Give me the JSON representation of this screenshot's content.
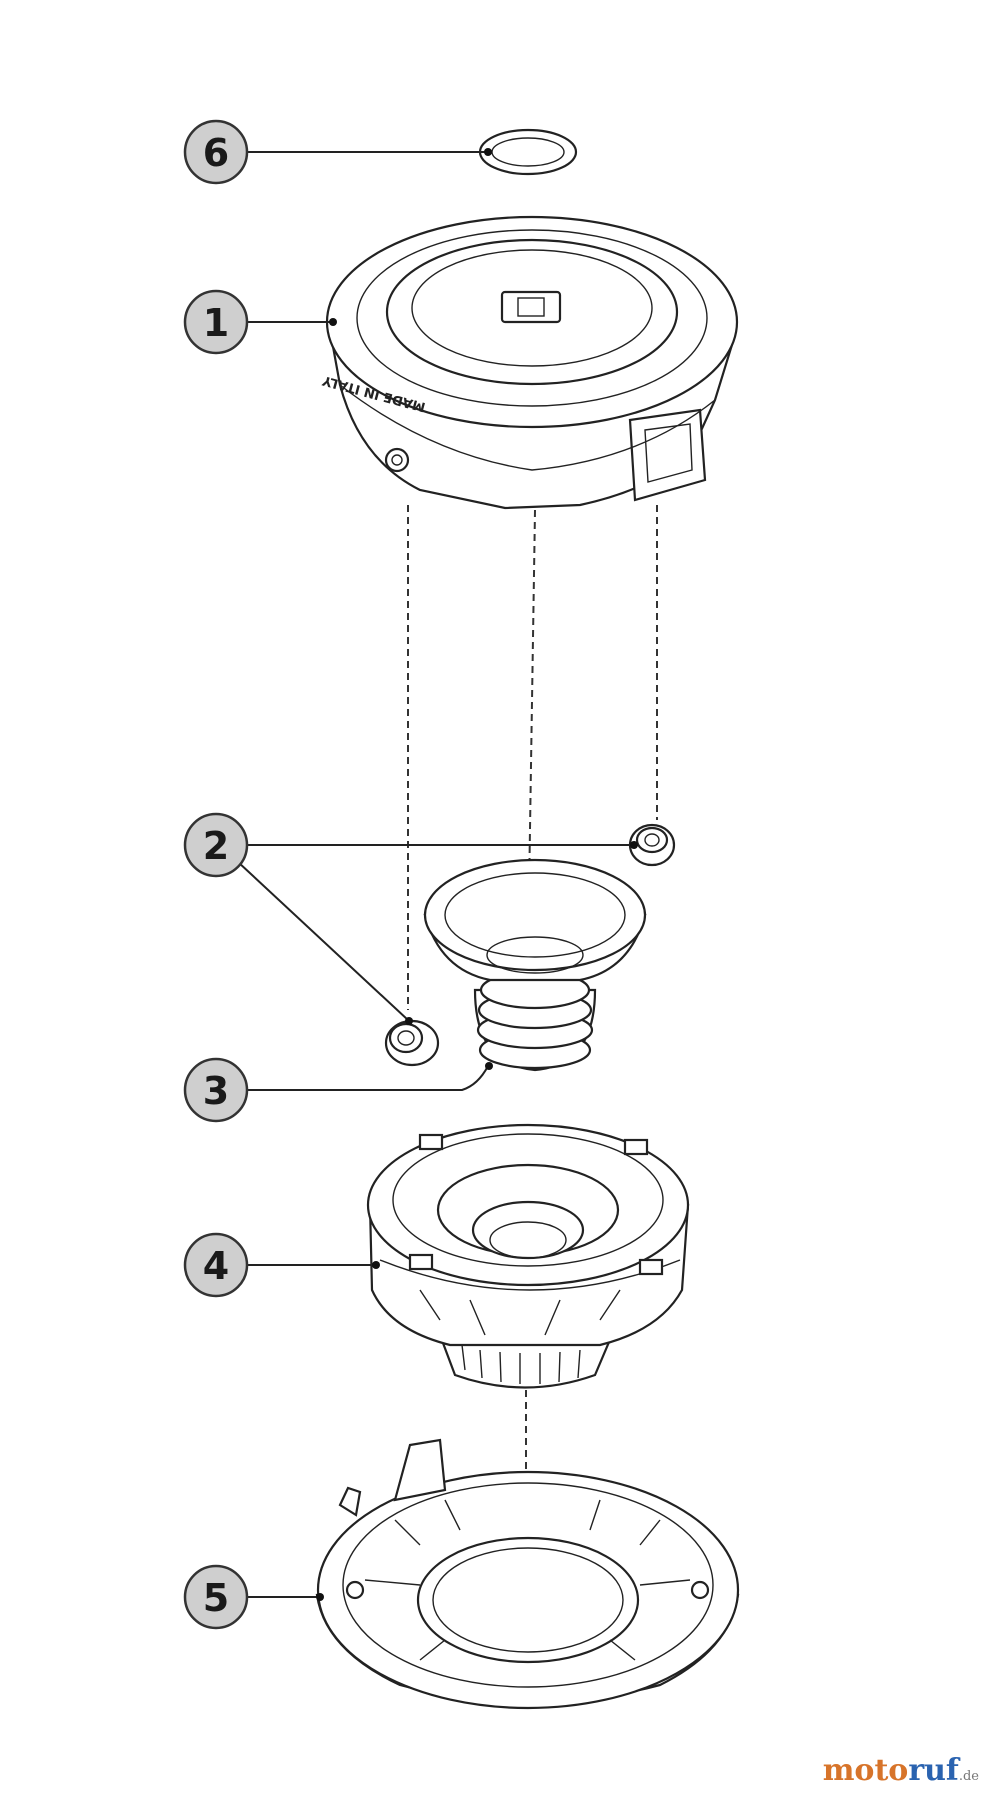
{
  "callouts": [
    {
      "id": "6",
      "label": "6"
    },
    {
      "id": "1",
      "label": "1"
    },
    {
      "id": "2",
      "label": "2"
    },
    {
      "id": "3",
      "label": "3"
    },
    {
      "id": "4",
      "label": "4"
    },
    {
      "id": "5",
      "label": "5"
    }
  ],
  "part1_emboss": "MADE IN ITALY",
  "watermark": {
    "brand_a": "moto",
    "brand_b": "ruf",
    "suffix": ".de"
  },
  "colors": {
    "bubble_fill": "#cfcfcf",
    "line": "#222222",
    "brand_orange": "#d7742a",
    "brand_blue": "#2a63b0"
  }
}
